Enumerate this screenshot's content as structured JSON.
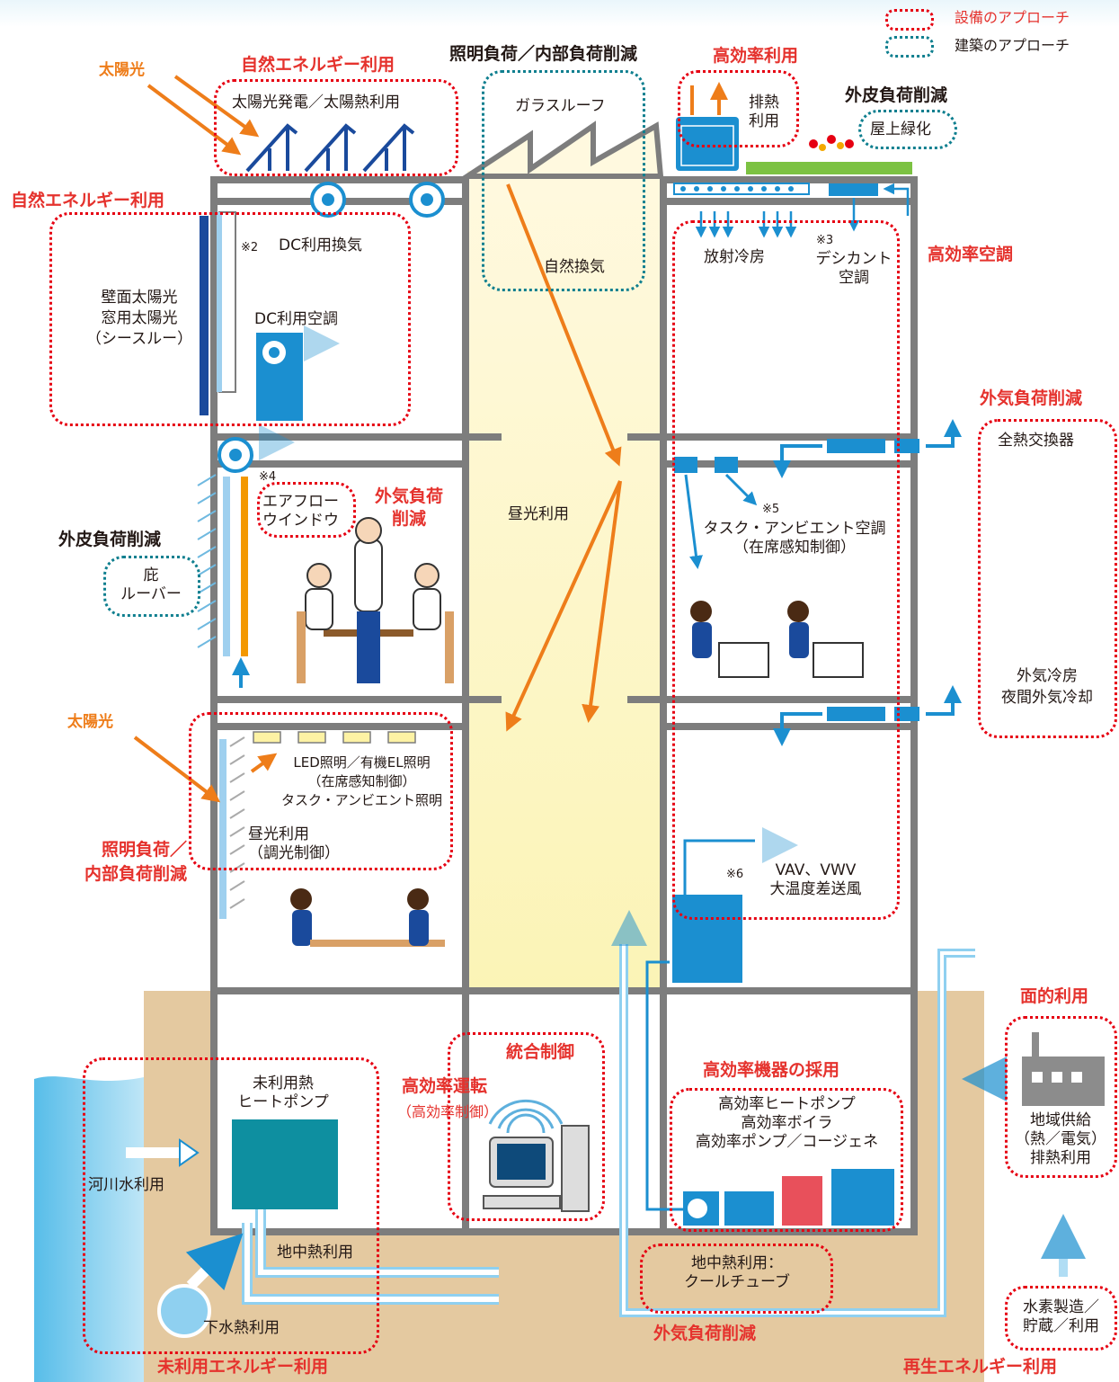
{
  "legend": {
    "equipment": "設備のアプローチ",
    "architecture": "建築のアプローチ"
  },
  "headings": {
    "natural_energy_top": "自然エネルギー利用",
    "lighting_internal_top": "照明負荷／内部負荷削減",
    "high_efficiency_use": "高効率利用",
    "envelope_load_top": "外皮負荷削減",
    "natural_energy_left": "自然エネルギー利用",
    "high_efficiency_ac": "高効率空調",
    "outdoor_load_right": "外気負荷削減",
    "outdoor_load_mid": "外気負荷\n削減",
    "envelope_load_left": "外皮負荷削減",
    "lighting_internal_left": "照明負荷／\n内部負荷削減",
    "integrated_control": "統合制御",
    "high_efficiency_op": "高効率運転",
    "high_efficiency_equipment": "高効率機器の採用",
    "area_use": "面的利用",
    "unused_energy": "未利用エネルギー利用",
    "outdoor_load_bottom": "外気負荷削減",
    "renewable_energy": "再生エネルギー利用"
  },
  "sunlight_top": "太陽光",
  "sunlight_mid": "太陽光",
  "labels": {
    "pv_solar_heat": "太陽光発電／太陽熱利用",
    "glass_roof": "ガラスルーフ",
    "natural_ventilation": "自然換気",
    "exhaust_heat_use": "排熱\n利用",
    "rooftop_greening": "屋上緑化",
    "note2": "※2",
    "dc_ventilation": "DC利用換気",
    "wall_pv": "壁面太陽光\n窓用太陽光\n（シースルー）",
    "dc_ac": "DC利用空調",
    "radiant_cooling": "放射冷房",
    "note3": "※3",
    "desiccant": "デシカント\n空調",
    "total_heat_exchanger": "全熱交換器",
    "note4": "※4",
    "airflow_window": "エアフロー\nウインドウ",
    "daylight_use": "昼光利用",
    "note5": "※5",
    "task_ambient_ac": "タスク・アンビエント空調\n（在席感知制御）",
    "eaves_louver": "庇\nルーバー",
    "outdoor_cooling": "外気冷房\n夜間外気冷却",
    "led_lighting": "LED照明／有機EL照明\n（在席感知制御）\nタスク・アンビエント照明",
    "daylight_dimming": "昼光利用\n（調光制御）",
    "note6": "※6",
    "vav_vwv": "VAV、VWV\n大温度差送風",
    "unused_heat_pump": "未利用熱\nヒートポンプ",
    "high_efficiency_control": "（高効率制御）",
    "equipment_list": "高効率ヒートポンプ\n高効率ボイラ\n高効率ポンプ／コージェネ",
    "district_supply": "地域供給\n（熱／電気）\n排熱利用",
    "river_water": "河川水利用",
    "geothermal": "地中熱利用",
    "sewage_heat": "下水熱利用",
    "cool_tube": "地中熱利用：\nクールチューブ",
    "hydrogen": "水素製造／\n貯蔵／利用"
  }
}
